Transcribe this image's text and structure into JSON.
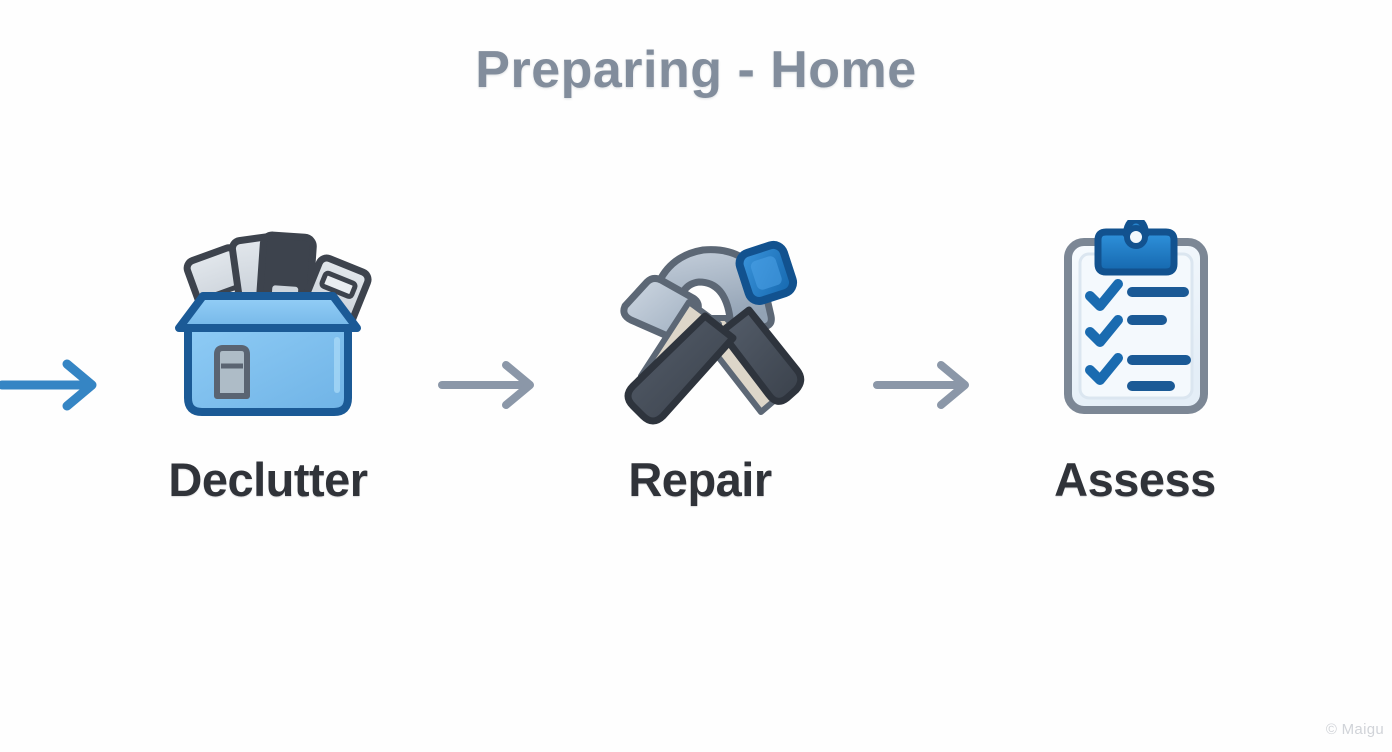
{
  "slide": {
    "title": "Preparing - Home",
    "background_color": "#fefefe",
    "title_color": "#828d9c",
    "label_color": "#303339",
    "accent_blue": "#3585c4",
    "deep_blue": "#1b5a96",
    "muted_gray": "#8b97a8",
    "watermark": "© Maigu"
  },
  "arrows": [
    {
      "name": "arrow-into-declutter",
      "color": "#3585c4",
      "direction": "right",
      "emphasis": "primary"
    },
    {
      "name": "arrow-declutter-to-repair",
      "color": "#8b97a8",
      "direction": "right",
      "emphasis": "muted"
    },
    {
      "name": "arrow-repair-to-assess",
      "color": "#8b97a8",
      "direction": "right",
      "emphasis": "muted"
    }
  ],
  "steps": [
    {
      "label": "Declutter",
      "icon": "box-of-clutter-icon",
      "icon_description": "Blue open storage box filled with tilted light-gray items",
      "colors": {
        "box_fill": "#7ec0f0",
        "box_stroke": "#1b5a96",
        "item_fill": "#ced5dc",
        "item_dark": "#3d434d"
      }
    },
    {
      "label": "Repair",
      "icon": "crossed-hammers-icon",
      "icon_description": "Two crossed hammers with dark handles and a small blue nail square",
      "colors": {
        "head_fill": "#aab7c6",
        "handle_fill": "#434a55",
        "shaft_fill": "#ddd6c9",
        "nail_fill": "#1f7ac4"
      }
    },
    {
      "label": "Assess",
      "icon": "clipboard-checklist-icon",
      "icon_description": "Clipboard with blue clip and three blue check marks beside four lines",
      "colors": {
        "board_fill": "#eef5fb",
        "board_stroke": "#7c8795",
        "clip_fill": "#1f7ac4",
        "check_color": "#1a6bb0",
        "line_color": "#1b5a96"
      }
    }
  ]
}
